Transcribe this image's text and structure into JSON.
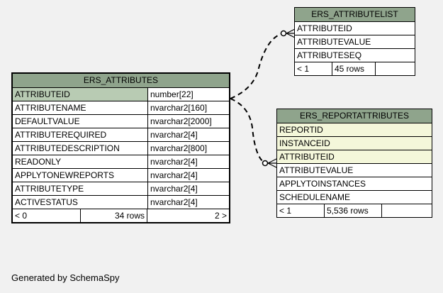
{
  "tables": {
    "attributes": {
      "name": "ERS_ATTRIBUTES",
      "columns": [
        {
          "name": "ATTRIBUTEID",
          "type": "number[22]",
          "role": "pk"
        },
        {
          "name": "ATTRIBUTENAME",
          "type": "nvarchar2[160]"
        },
        {
          "name": "DEFAULTVALUE",
          "type": "nvarchar2[2000]"
        },
        {
          "name": "ATTRIBUTEREQUIRED",
          "type": "nvarchar2[4]"
        },
        {
          "name": "ATTRIBUTEDESCRIPTION",
          "type": "nvarchar2[800]"
        },
        {
          "name": "READONLY",
          "type": "nvarchar2[4]"
        },
        {
          "name": "APPLYTONEWREPORTS",
          "type": "nvarchar2[4]"
        },
        {
          "name": "ATTRIBUTETYPE",
          "type": "nvarchar2[4]"
        },
        {
          "name": "ACTIVESTATUS",
          "type": "nvarchar2[4]"
        }
      ],
      "footer": {
        "parents": "< 0",
        "rows": "34 rows",
        "children": "2 >"
      }
    },
    "attributelist": {
      "name": "ERS_ATTRIBUTELIST",
      "columns": [
        "ATTRIBUTEID",
        "ATTRIBUTEVALUE",
        "ATTRIBUTESEQ"
      ],
      "footer": {
        "parents": "< 1",
        "rows": "45 rows",
        "children": ""
      }
    },
    "reportattributes": {
      "name": "ERS_REPORTATTRIBUTES",
      "columns": [
        {
          "name": "REPORTID",
          "role": "fk"
        },
        {
          "name": "INSTANCEID",
          "role": "fk"
        },
        {
          "name": "ATTRIBUTEID",
          "role": "fk"
        },
        {
          "name": "ATTRIBUTEVALUE"
        },
        {
          "name": "APPLYTOINSTANCES"
        },
        {
          "name": "SCHEDULENAME"
        }
      ],
      "footer": {
        "parents": "< 1",
        "rows": "5,536 rows",
        "children": ""
      }
    }
  },
  "generated_by": "Generated by SchemaSpy",
  "colors": {
    "header": "#8fa48c",
    "primary_key": "#b8cbb3",
    "foreign_key": "#f4f7da",
    "background": "#f1f1f1"
  }
}
